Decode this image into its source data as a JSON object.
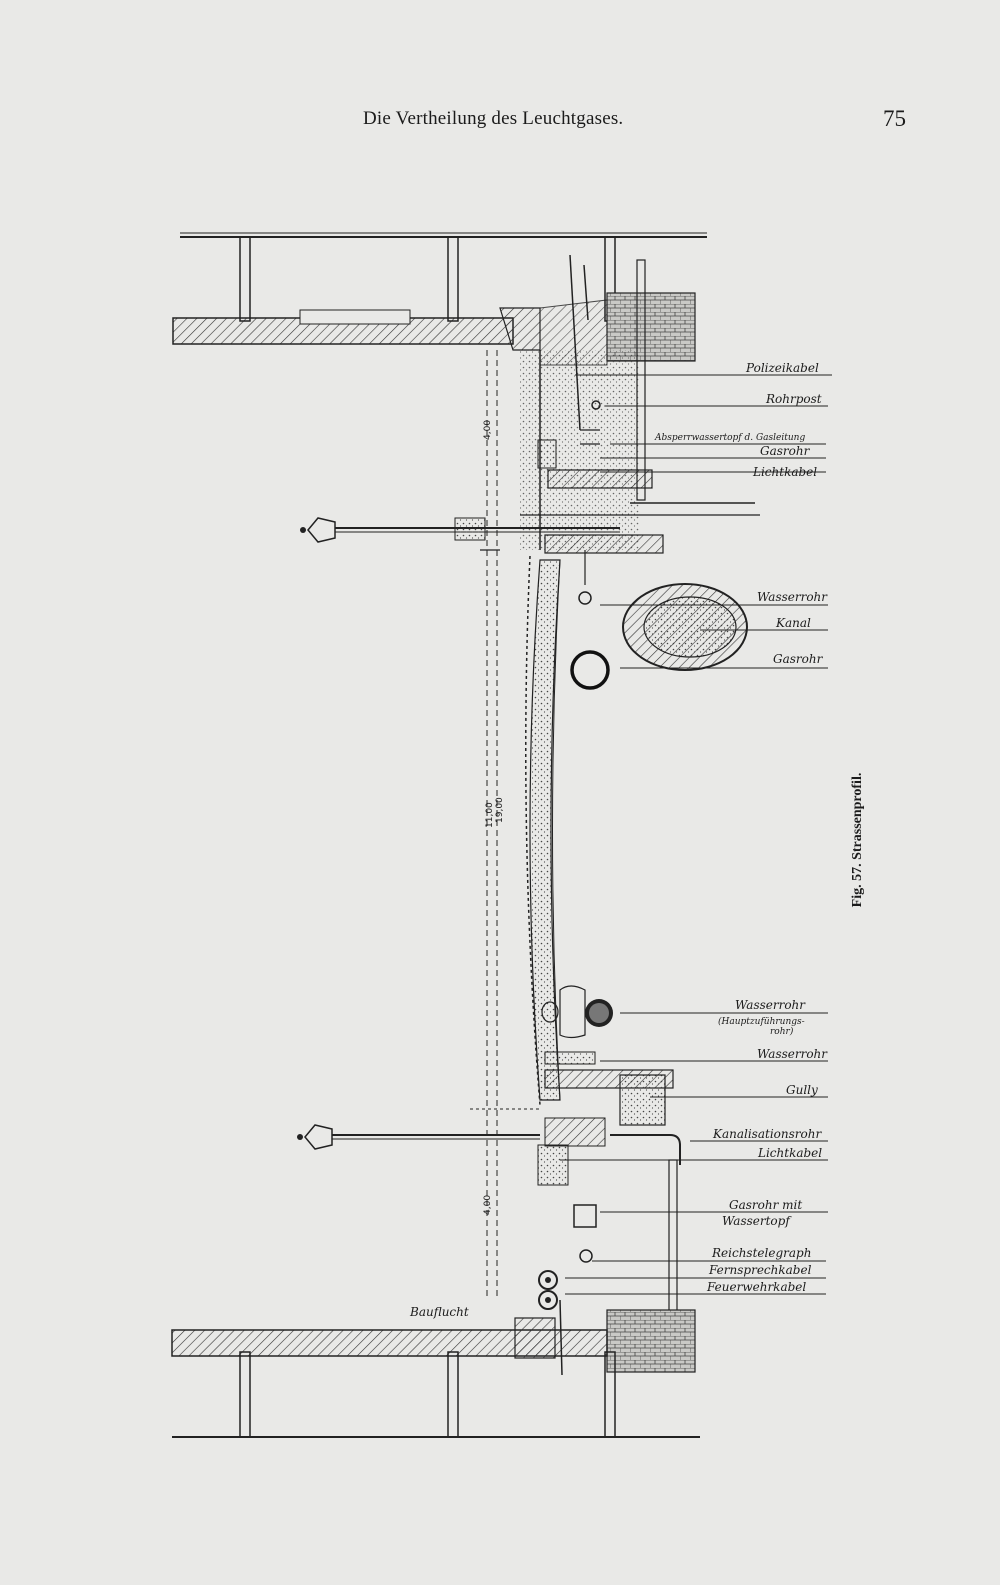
{
  "header": {
    "running_title": "Die Vertheilung des Leuchtgases.",
    "page_number": "75"
  },
  "figure": {
    "caption": "Fig. 57.  Strassenprofil.",
    "labels_upper": [
      "Polizeikabel",
      "Rohrpost",
      "Absperrwassertopf d. Gasleitung",
      "Gasrohr",
      "Lichtkabel",
      "Wasserrohr",
      "Kanal",
      "Gasrohr"
    ],
    "labels_lower": [
      "Wasserrohr",
      "(Hauptzuführungs-",
      "rohr)",
      "Wasserrohr",
      "Gully",
      "Kanalisationsrohr",
      "Lichtkabel",
      "Gasrohr mit",
      "Wassertopf",
      "Reichstelegraph",
      "Fernsprechkabel",
      "Feuerwehrkabel"
    ],
    "building_line_label": "Bauflucht",
    "dimensions": {
      "upper_sidewalk": "4,00",
      "roadway": "11,00",
      "total": "19,00",
      "lower_sidewalk": "4,00"
    }
  }
}
